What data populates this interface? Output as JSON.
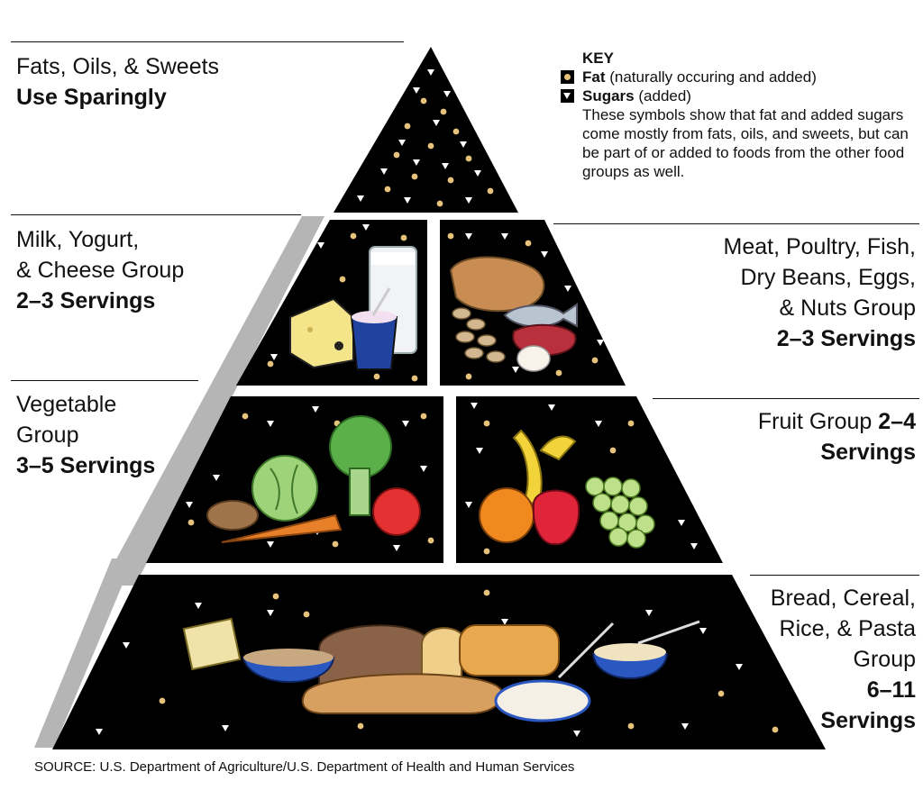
{
  "tiers": {
    "fats": {
      "line1": "Fats, Oils, & Sweets",
      "servings": "Use Sparingly"
    },
    "milk": {
      "line1": "Milk, Yogurt,",
      "line2": "& Cheese Group",
      "servings": "2–3 Servings"
    },
    "meat": {
      "line1": "Meat, Poultry, Fish,",
      "line2": "Dry Beans, Eggs,",
      "line3": "& Nuts Group",
      "servings": "2–3 Servings"
    },
    "vegetable": {
      "line1": "Vegetable",
      "line2": "Group",
      "servings": "3–5 Servings"
    },
    "fruit": {
      "line1": "Fruit Group",
      "servings_a": "2–4",
      "servings_b": "Servings"
    },
    "bread": {
      "line1": "Bread, Cereal,",
      "line2": "Rice, & Pasta",
      "line3": "Group",
      "servings_a": "6–11",
      "servings_b": "Servings"
    }
  },
  "key": {
    "title": "KEY",
    "fat_label": "Fat",
    "fat_detail": "(naturally occuring and added)",
    "sugar_label": "Sugars",
    "sugar_detail": "(added)",
    "note": "These symbols show that fat and added sugars come mostly from fats, oils, and sweets, but can be part of or added to foods from the other food groups as well."
  },
  "source": "SOURCE: U.S. Department of Agriculture/U.S. Department of Health and Human Services",
  "colors": {
    "pyramid": "#000000",
    "side_shade": "#b5b5b5",
    "fat_symbol": "#e6c27a",
    "sugar_symbol": "#ffffff"
  },
  "icons": [
    "cheese-icon",
    "milk-glass-icon",
    "yogurt-icon",
    "chicken-icon",
    "fish-icon",
    "steak-icon",
    "beans-icon",
    "egg-icon",
    "lettuce-icon",
    "broccoli-icon",
    "potato-icon",
    "carrot-icon",
    "tomato-icon",
    "banana-icon",
    "orange-icon",
    "apple-icon",
    "grapes-icon",
    "bread-loaf-icon",
    "cracker-icon",
    "cereal-bowl-icon",
    "baguette-icon",
    "pasta-plate-icon",
    "rice-bowl-icon"
  ]
}
